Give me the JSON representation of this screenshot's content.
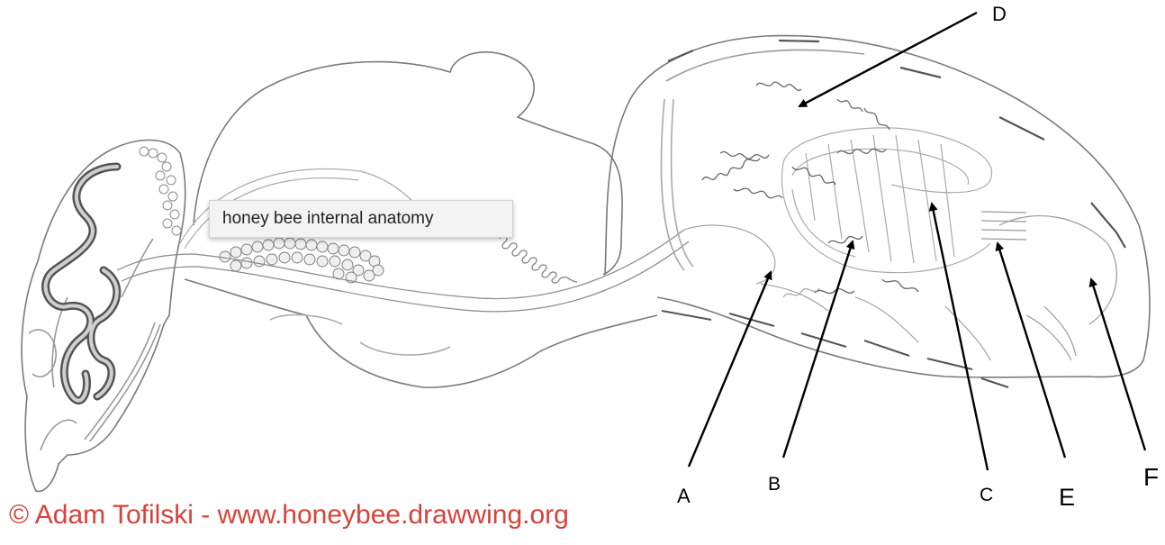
{
  "tooltip": {
    "text": "honey bee internal anatomy"
  },
  "labels": {
    "a": "A",
    "b": "B",
    "c": "C",
    "d": "D",
    "e": "E",
    "f": "F"
  },
  "credit": {
    "text": "© Adam Tofilski - www.honeybee.drawwing.org"
  },
  "colors": {
    "outline": "#777777",
    "fine_line": "#b0b0b0",
    "arrow": "#000000",
    "credit": "#d9413a"
  }
}
